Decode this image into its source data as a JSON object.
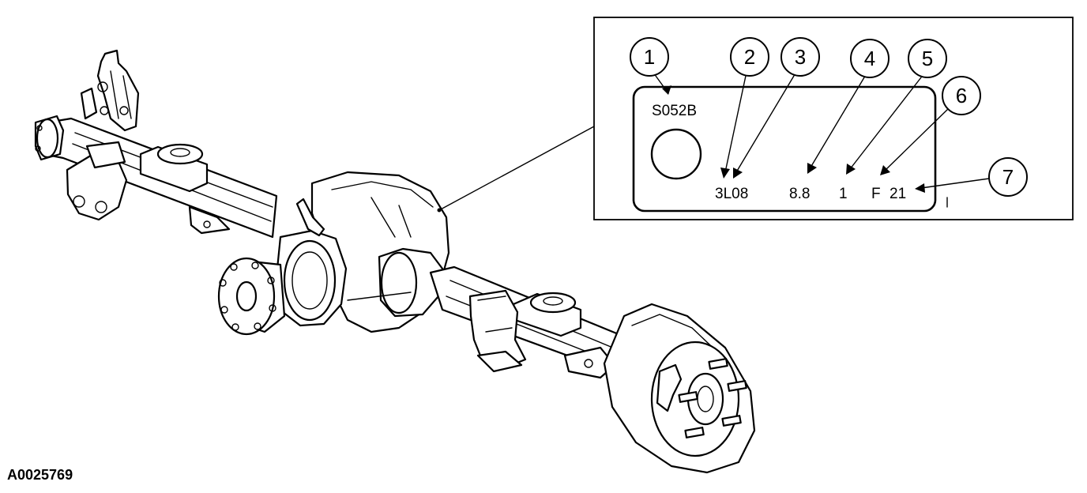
{
  "figure": {
    "figure_id": "A0025769"
  },
  "tag": {
    "part_number": "S052B",
    "ratio_code": "3L08",
    "ring_gear_size": "8.8",
    "tag_number": "1",
    "plant_code": "F",
    "build_date": "21"
  },
  "callouts": [
    {
      "number": "1"
    },
    {
      "number": "2"
    },
    {
      "number": "3"
    },
    {
      "number": "4"
    },
    {
      "number": "5"
    },
    {
      "number": "6"
    },
    {
      "number": "7"
    }
  ]
}
